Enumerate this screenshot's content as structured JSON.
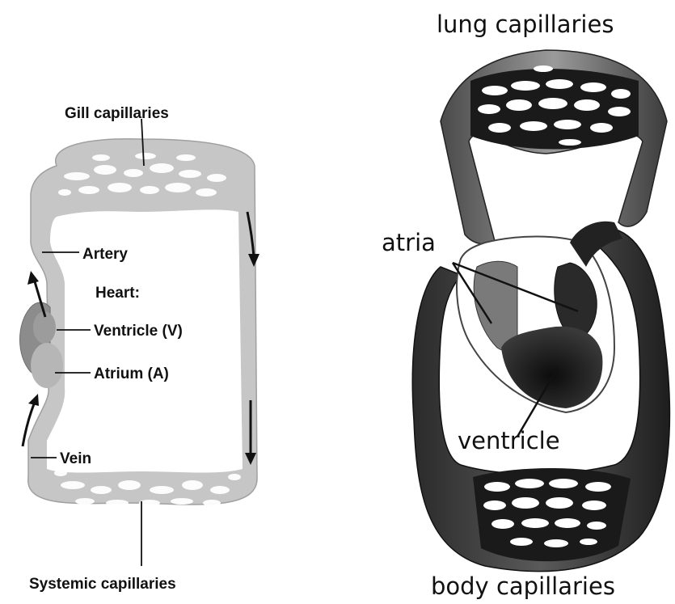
{
  "fish_diagram": {
    "labels": {
      "gill_capillaries": "Gill capillaries",
      "artery": "Artery",
      "heart": "Heart:",
      "ventricle": "Ventricle (V)",
      "atrium": "Atrium (A)",
      "vein": "Vein",
      "systemic_capillaries": "Systemic capillaries"
    }
  },
  "amphibian_diagram": {
    "labels": {
      "lung_capillaries": "lung capillaries",
      "atria": "atria",
      "ventricle": "ventricle",
      "body_capillaries": "body capillaries"
    }
  },
  "colors": {
    "vessel": "#c4c4c4",
    "vessel_edge": "#9a9a9a",
    "heart_fish": "#8a8a8a",
    "dark_vessel": "#3a3a3a",
    "ventricle_dark": "#1a1a1a"
  }
}
